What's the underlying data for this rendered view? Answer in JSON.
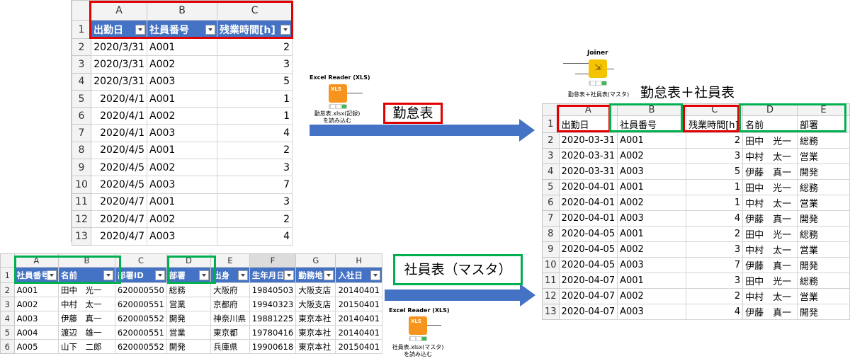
{
  "attendance_sheet": {
    "columns": [
      "A",
      "B",
      "C"
    ],
    "headers": [
      "出勤日",
      "社員番号",
      "残業時間[h]"
    ],
    "rows": [
      [
        "2020/3/31",
        "A001",
        "2"
      ],
      [
        "2020/3/31",
        "A002",
        "3"
      ],
      [
        "2020/3/31",
        "A003",
        "5"
      ],
      [
        "2020/4/1",
        "A001",
        "1"
      ],
      [
        "2020/4/1",
        "A002",
        "1"
      ],
      [
        "2020/4/1",
        "A003",
        "4"
      ],
      [
        "2020/4/5",
        "A001",
        "2"
      ],
      [
        "2020/4/5",
        "A002",
        "3"
      ],
      [
        "2020/4/5",
        "A003",
        "7"
      ],
      [
        "2020/4/7",
        "A001",
        "3"
      ],
      [
        "2020/4/7",
        "A002",
        "2"
      ],
      [
        "2020/4/7",
        "A003",
        "4"
      ]
    ]
  },
  "employee_sheet": {
    "columns": [
      "A",
      "B",
      "C",
      "D",
      "E",
      "F",
      "G",
      "H"
    ],
    "headers": [
      "社員番号",
      "名前",
      "部署ID",
      "部署",
      "出身",
      "生年月日",
      "勤務地",
      "入社日"
    ],
    "rows": [
      [
        "A001",
        "田中　光一",
        "620000550",
        "総務",
        "大阪府",
        "19840503",
        "大阪支店",
        "20140401"
      ],
      [
        "A002",
        "中村　太一",
        "620000551",
        "営業",
        "京都府",
        "19940323",
        "大阪支店",
        "20150401"
      ],
      [
        "A003",
        "伊藤　真一",
        "620000552",
        "開発",
        "神奈川県",
        "19881225",
        "東京本社",
        "20140401"
      ],
      [
        "A004",
        "渡辺　雄一",
        "620000551",
        "営業",
        "東京都",
        "19780416",
        "東京本社",
        "20140401"
      ],
      [
        "A005",
        "山下　二郎",
        "620000552",
        "開発",
        "兵庫県",
        "19900618",
        "東京本社",
        "20150401"
      ]
    ]
  },
  "joined_sheet": {
    "title": "勤怠表＋社員表",
    "columns": [
      "A",
      "B",
      "C",
      "D",
      "E"
    ],
    "headers": [
      "出勤日",
      "社員番号",
      "残業時間[h]",
      "名前",
      "部署"
    ],
    "rows": [
      [
        "2020-03-31",
        "A001",
        "2",
        "田中　光一",
        "総務"
      ],
      [
        "2020-03-31",
        "A002",
        "3",
        "中村　太一",
        "営業"
      ],
      [
        "2020-03-31",
        "A003",
        "5",
        "伊藤　真一",
        "開発"
      ],
      [
        "2020-04-01",
        "A001",
        "1",
        "田中　光一",
        "総務"
      ],
      [
        "2020-04-01",
        "A002",
        "1",
        "中村　太一",
        "営業"
      ],
      [
        "2020-04-01",
        "A003",
        "4",
        "伊藤　真一",
        "開発"
      ],
      [
        "2020-04-05",
        "A001",
        "2",
        "田中　光一",
        "総務"
      ],
      [
        "2020-04-05",
        "A002",
        "3",
        "中村　太一",
        "営業"
      ],
      [
        "2020-04-05",
        "A003",
        "7",
        "伊藤　真一",
        "開発"
      ],
      [
        "2020-04-07",
        "A001",
        "3",
        "田中　光一",
        "総務"
      ],
      [
        "2020-04-07",
        "A002",
        "2",
        "中村　太一",
        "営業"
      ],
      [
        "2020-04-07",
        "A003",
        "4",
        "伊藤　真一",
        "開発"
      ]
    ]
  },
  "nodes": {
    "reader1": {
      "title": "Excel Reader (XLS)",
      "icon_text": "XLS",
      "caption": "勤怠表.xlsx(記録)\nを読み込む"
    },
    "reader2": {
      "title": "Excel Reader (XLS)",
      "icon_text": "XLS",
      "caption": "社員表.xlsx(マスタ)\nを読み込む"
    },
    "joiner": {
      "title": "Joiner",
      "caption": "勤怠表＋社員表(マスタ)"
    }
  },
  "arrow_labels": {
    "attendance": "勤怠表",
    "employee": "社員表（マスタ）"
  },
  "colors": {
    "header_blue": "#4472c4",
    "red_box": "#e00000",
    "green_box": "#00b050",
    "node_orange": "#f7941d",
    "joiner_yellow": "#f5c400"
  }
}
